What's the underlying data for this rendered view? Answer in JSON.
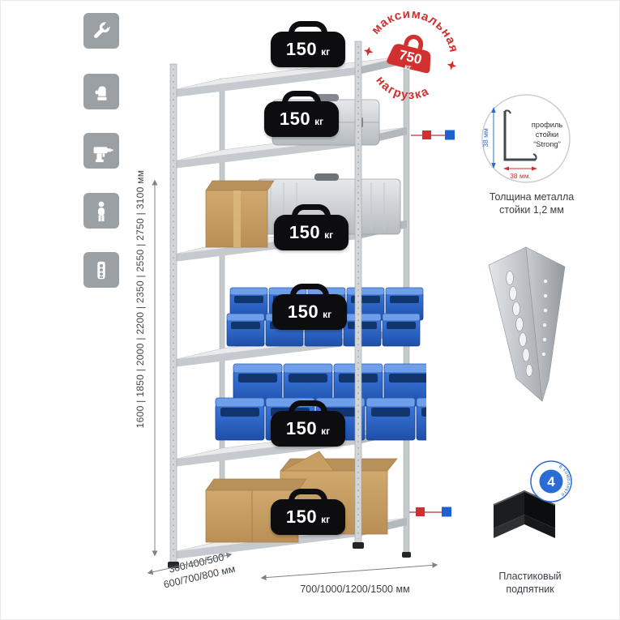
{
  "load_badges": {
    "value": "150",
    "unit": "кг"
  },
  "max_load_stamp": {
    "arc_top": "максимальная",
    "arc_bottom": "нагрузка",
    "value": "750",
    "unit": "кг"
  },
  "dimensions": {
    "heights": "1600 | 1850 | 2000 | 2200 | 2350 | 2550 | 2750 | 3100 мм",
    "depth_line1": "300/400/500",
    "depth_line2": "600/700/800 мм",
    "width": "700/1000/1200/1500 мм"
  },
  "profile_callout": {
    "label_line1": "профиль",
    "label_line2": "стойки",
    "label_line3": "“Strong”",
    "vertical_dim": "38 мм",
    "horizontal_dim": "38 мм.",
    "caption_line1": "Толщина металла",
    "caption_line2": "стойки 1,2 мм"
  },
  "foot_callout": {
    "badge_count": "4",
    "badge_label": "в комплекте",
    "caption_line1": "Пластиковый",
    "caption_line2": "подпятник"
  },
  "sidebar_icons": [
    "wrench",
    "gloves",
    "drill",
    "person",
    "power-strip"
  ],
  "colors": {
    "accent_red": "#d22f2f",
    "accent_blue": "#2a6bd4",
    "bin_blue": "#2f6fd6",
    "metal_gray": "#d3d6d9"
  }
}
